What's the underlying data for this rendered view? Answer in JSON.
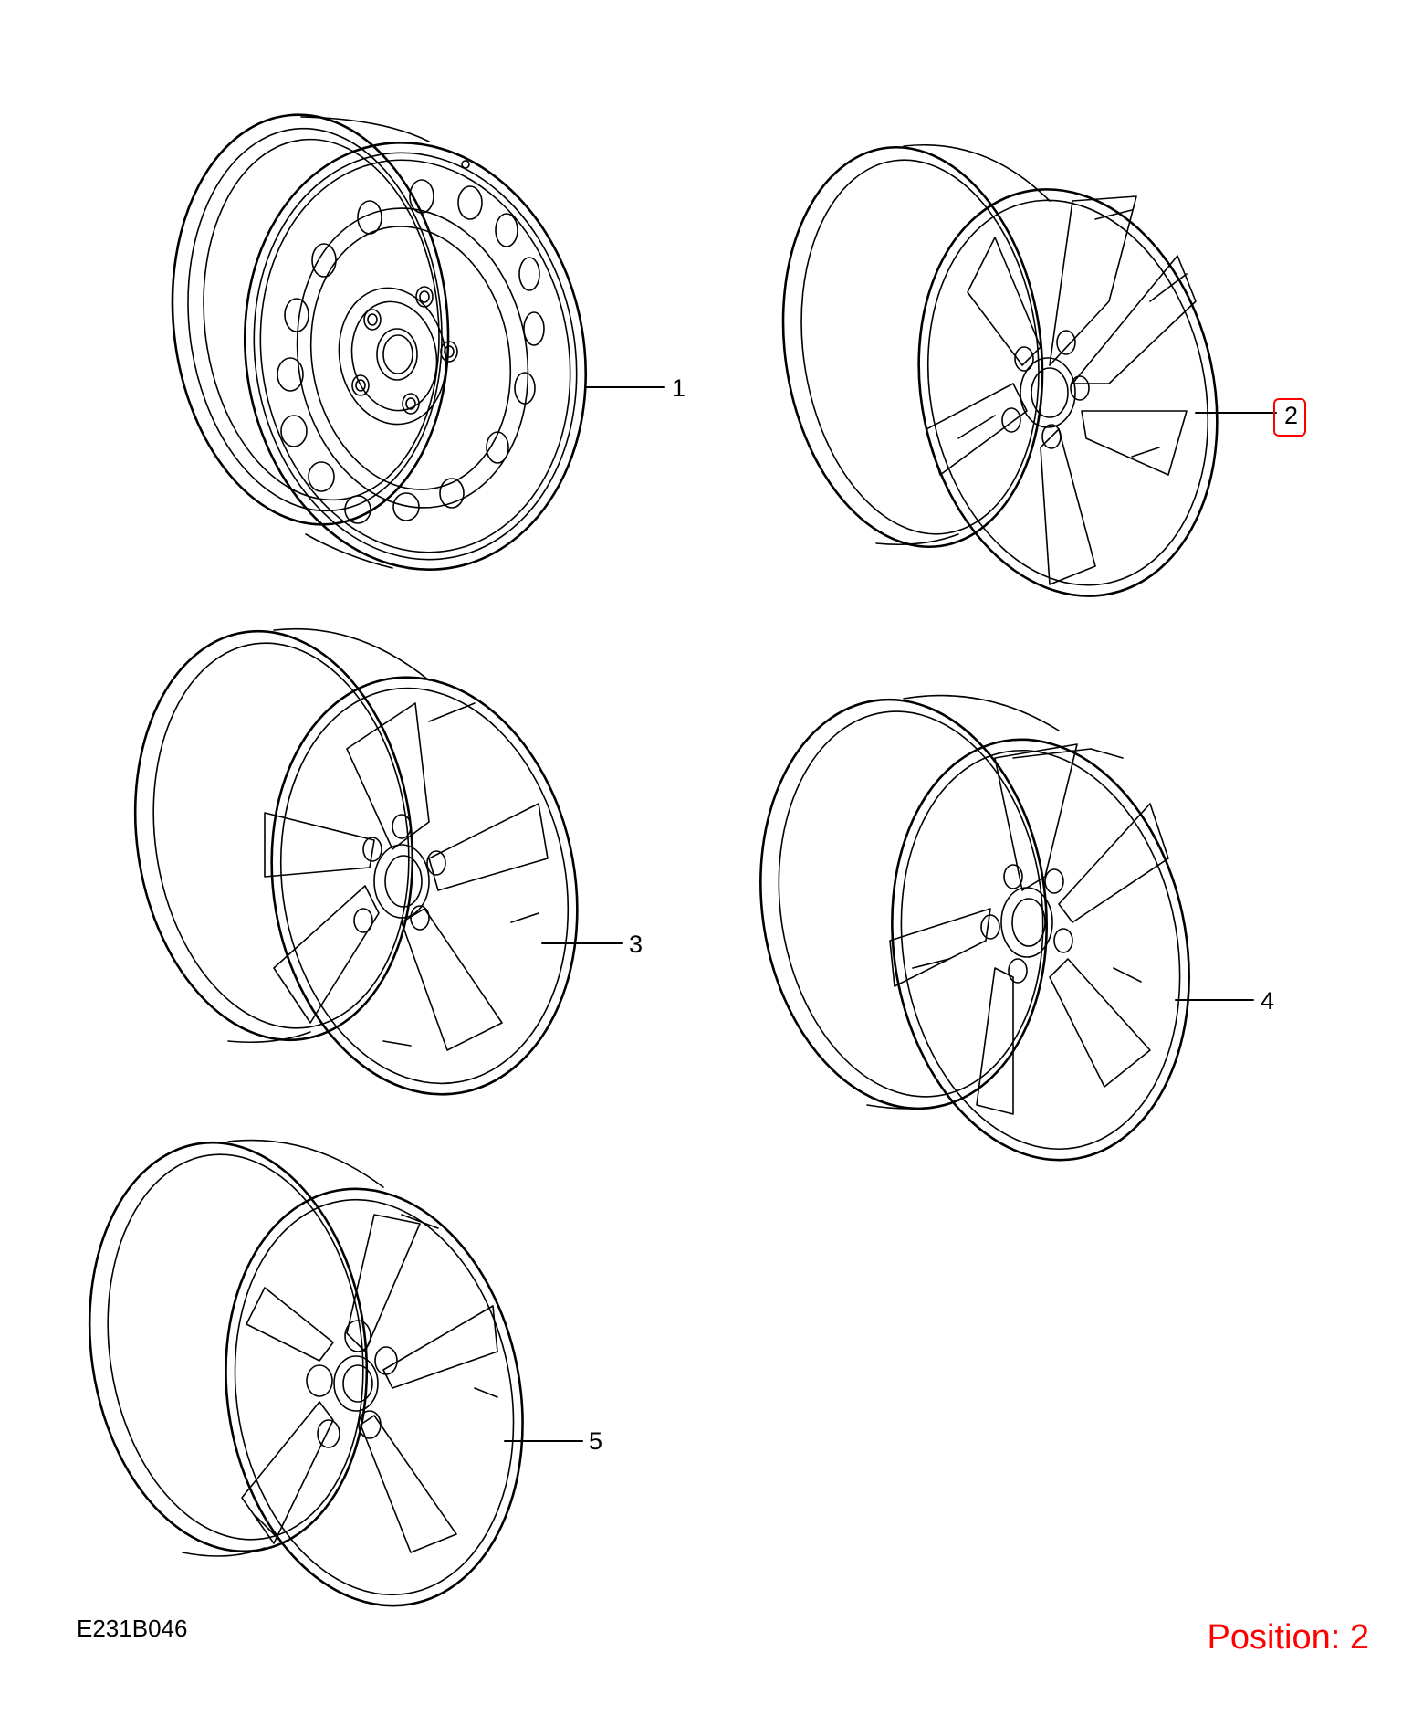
{
  "callouts": {
    "c1": "1",
    "c2": "2",
    "c3": "3",
    "c4": "4",
    "c5": "5"
  },
  "drawing_code": "E231B046",
  "position_label": "Position: 2",
  "colors": {
    "line": "#000000",
    "highlight": "#ff0000",
    "background": "#ffffff"
  }
}
